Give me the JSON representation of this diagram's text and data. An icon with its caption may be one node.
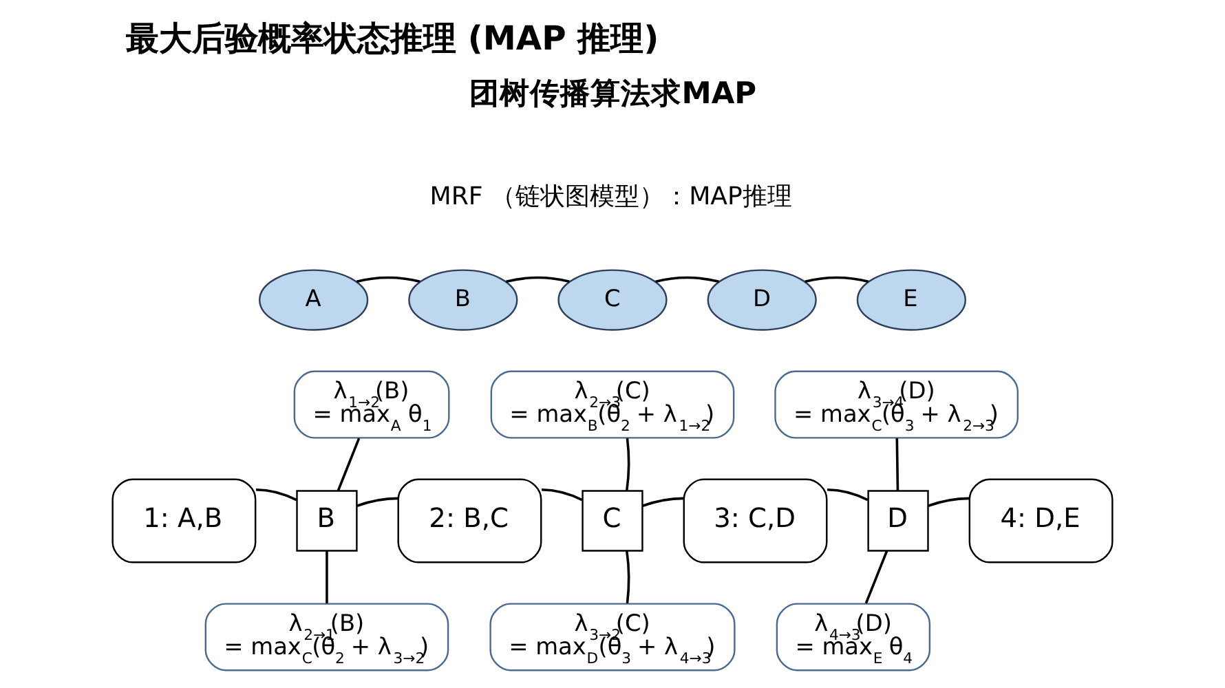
{
  "diagram": {
    "title": "最大后验概率状态推理 (MAP 推理)",
    "nodes": [
      {
        "text": [
          "A"
        ]
      },
      {
        "text": [
          "B"
        ]
      },
      {
        "text": [
          "C"
        ]
      },
      {
        "text": [
          "D"
        ]
      },
      {
        "text": [
          "E"
        ]
      },
      {
        "text": [
          "1: A,B"
        ]
      },
      {
        "text": [
          "B"
        ]
      },
      {
        "text": [
          "2: B,C"
        ]
      },
      {
        "text": [
          "C"
        ]
      },
      {
        "text": [
          "3: C,D"
        ]
      },
      {
        "text": [
          "D"
        ]
      },
      {
        "text": [
          "4: D,E"
        ]
      },
      {
        "text": [
          "λ$_{1→2}$(B)",
          "= max$_{A}$ θ$_{1}$"
        ]
      },
      {
        "text": [
          "λ$_{2→3}$(C)",
          "= max$_{B}$(θ$_{2}$ + λ$_{1→2}$)"
        ]
      },
      {
        "text": [
          "λ$_{3→4}$(D)",
          "= max$_{C}$(θ$_{3}$ + λ$_{2→3}$)"
        ]
      },
      {
        "text": [
          "λ$_{2→1}$(B)",
          "= max$_{C}$(θ$_{2}$ + λ$_{3→2}$)"
        ]
      },
      {
        "text": [
          "λ$_{3→2}$(C)",
          "= max$_{D}$(θ$_{3}$ + λ$_{4→3}$)"
        ]
      },
      {
        "text": [
          "λ$_{4→3}$(D)",
          "= max$_{E}$ θ$_{4}$"
        ]
      }
    ],
    "edges": [
      {
        "from": 0,
        "to": 1,
        "arrow": "none"
      },
      {
        "from": 1,
        "to": 2,
        "arrow": "none"
      },
      {
        "from": 2,
        "to": 3,
        "arrow": "none"
      },
      {
        "from": 3,
        "to": 4,
        "arrow": "none"
      },
      {
        "from": 5,
        "to": 6,
        "arrow": "none"
      },
      {
        "from": 6,
        "to": 7,
        "arrow": "none"
      },
      {
        "from": 7,
        "to": 8,
        "arrow": "none"
      },
      {
        "from": 8,
        "to": 9,
        "arrow": "none"
      },
      {
        "from": 9,
        "to": 10,
        "arrow": "none"
      },
      {
        "from": 10,
        "to": 11,
        "arrow": "none"
      },
      {
        "from": 12,
        "to": 6,
        "arrow": "none"
      },
      {
        "from": 13,
        "to": 8,
        "arrow": "none"
      },
      {
        "from": 14,
        "to": 10,
        "arrow": "none"
      },
      {
        "from": 15,
        "to": 6,
        "arrow": "none"
      },
      {
        "from": 16,
        "to": 8,
        "arrow": "none"
      },
      {
        "from": 17,
        "to": 10,
        "arrow": "none"
      }
    ],
    "labels": [
      "团树传播算法求MAP",
      "MRF （链状图模型）：MAP推理"
    ]
  }
}
